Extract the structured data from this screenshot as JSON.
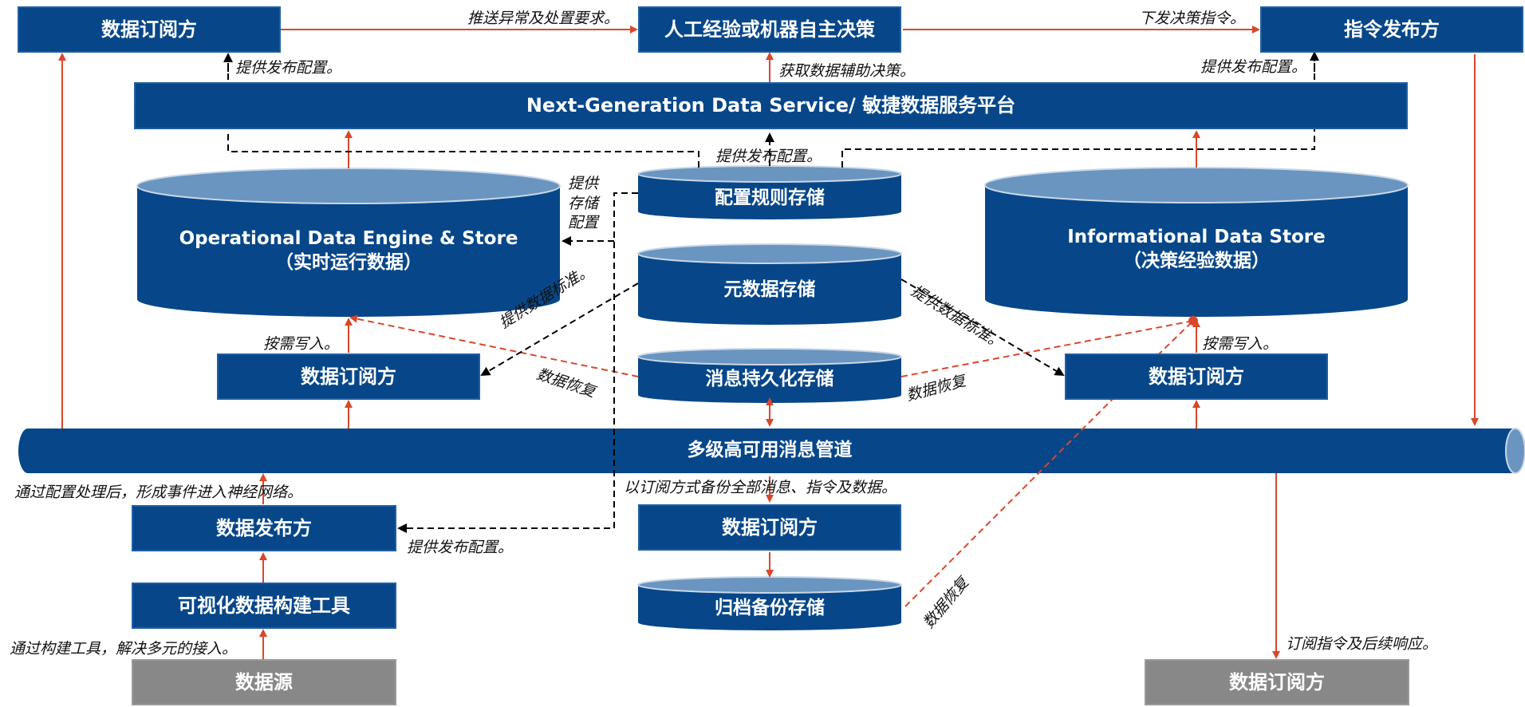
{
  "boxes": {
    "subscriber_top_left": "数据订阅方",
    "decision": "人工经验或机器自主决策",
    "command_publisher": "指令发布方",
    "platform": "Next-Generation Data Service/ 敏捷数据服务平台",
    "subscriber_mid_left": "数据订阅方",
    "subscriber_mid_right": "数据订阅方",
    "bus": "多级高可用消息管道",
    "data_publisher": "数据发布方",
    "visual_builder": "可视化数据构建工具",
    "data_source": "数据源",
    "subscriber_center_bottom": "数据订阅方",
    "subscriber_bottom_right": "数据订阅方"
  },
  "cylinders": {
    "ode": {
      "line1": "Operational Data Engine & Store",
      "line2": "（实时运行数据）"
    },
    "ids": {
      "line1": "Informational Data Store",
      "line2": "（决策经验数据）"
    },
    "config": "配置规则存储",
    "metadata": "元数据存储",
    "msg": "消息持久化存储",
    "archive": "归档备份存储"
  },
  "labels": {
    "push_alert": "推送异常及处置要求。",
    "issue_cmd": "下发决策指令。",
    "get_data": "获取数据辅助决策。",
    "provide_pub_cfg_left": "提供发布配置。",
    "provide_pub_cfg_right": "提供发布配置。",
    "provide_pub_cfg_center": "提供发布配置。",
    "provide_store_cfg": "提供存储配置",
    "provide_std_left": "提供数据标准。",
    "provide_std_right": "提供数据标准。",
    "write_left": "按需写入。",
    "write_right": "按需写入。",
    "recover_left": "数据恢复",
    "recover_right": "数据恢复",
    "recover_archive": "数据恢复",
    "config_neural": "通过配置处理后，形成事件进入神经网络。",
    "backup_all": "以订阅方式备份全部消息、指令及数据。",
    "provide_pub_cfg_bottom": "提供发布配置。",
    "build_tool": "通过构建工具，解决多元的接入。",
    "subscribe_cmd": "订阅指令及后续响应。"
  }
}
